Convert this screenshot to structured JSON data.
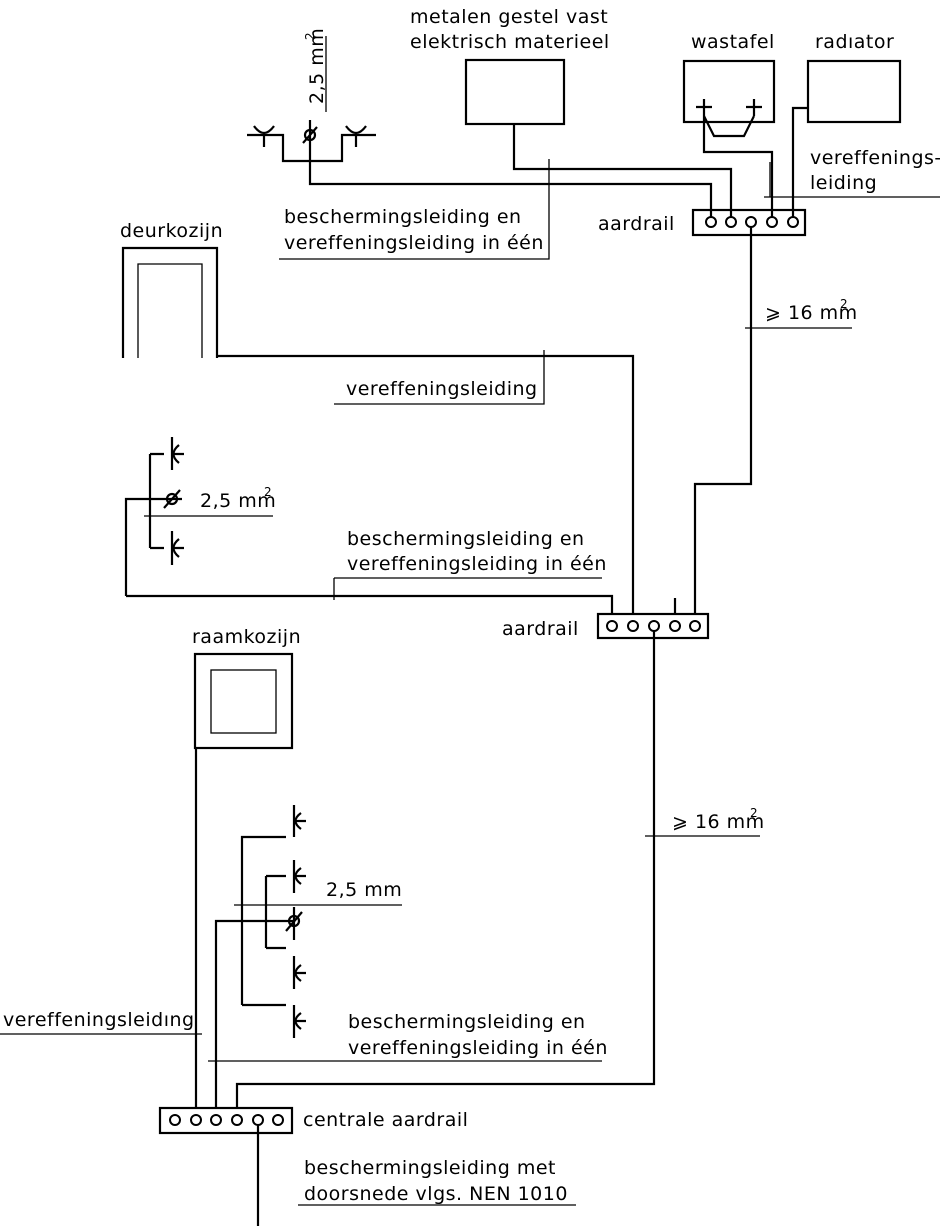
{
  "labels": {
    "metal_frame_line1": "metalen gestel vast",
    "metal_frame_line2": "elektrisch materieel",
    "washbasin": "wastafel",
    "radiator": "radıator",
    "equalizing_top_line1": "vereffenings-",
    "equalizing_top_line2": "leiding",
    "cross_section_top": "2,5 mm",
    "cross_section_top_exp": "2",
    "combined_top_line1": "beschermingsleiding en",
    "combined_top_line2": "vereffeningsleiding in één",
    "earth_rail_top": "aardrail",
    "door_frame": "deurkozijn",
    "min_section_1": "⩾ 16 mm",
    "min_section_1_exp": "2",
    "equalizing_mid": "vereffeningsleiding",
    "cross_section_mid": "2,5 mm",
    "cross_section_mid_exp": "2",
    "combined_mid_line1": "beschermingsleiding en",
    "combined_mid_line2": "vereffeningsleiding in één",
    "earth_rail_mid": "aardrail",
    "window_frame": "raamkozijn",
    "min_section_2": "⩾ 16 mm",
    "min_section_2_exp": "2",
    "cross_section_low": "2,5 mm",
    "equalizing_bottom": "vereffeningsleidıng",
    "combined_low_line1": "beschermingsleiding en",
    "combined_low_line2": "vereffeningsleiding in één",
    "central_rail": "centrale aardrail",
    "protective_line1": "beschermingsleiding met",
    "protective_line2": "doorsnede vlgs. NEN 1010"
  }
}
